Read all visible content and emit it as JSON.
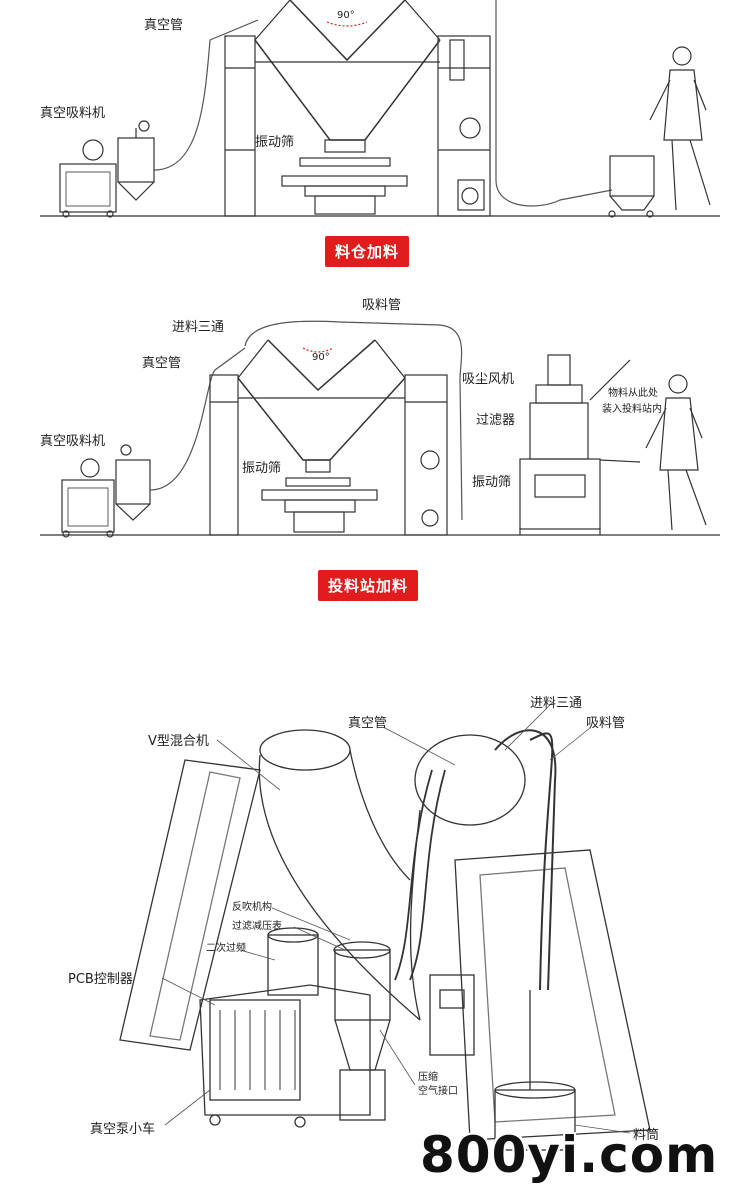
{
  "panel1": {
    "labels": {
      "vacuum_pipe": "真空管",
      "vacuum_loader": "真空吸料机",
      "vibrating_screen": "振动筛",
      "angle": "90°"
    },
    "badge": "料仓加料"
  },
  "panel2": {
    "labels": {
      "suction_pipe": "吸料管",
      "feed_tee": "进料三通",
      "vacuum_pipe": "真空管",
      "vacuum_loader": "真空吸料机",
      "vibrating_screen_left": "振动筛",
      "dust_fan": "吸尘风机",
      "filter": "过滤器",
      "vibrating_screen_right": "振动筛",
      "material_note_line1": "物料从此处",
      "material_note_line2": "装入投料站内",
      "angle": "90°"
    },
    "badge": "投料站加料"
  },
  "panel3": {
    "labels": {
      "feed_tee": "进料三通",
      "vacuum_pipe": "真空管",
      "suction_pipe": "吸料管",
      "v_mixer": "V型混合机",
      "backflush": "反吹机构",
      "filter_gauge": "过滤减压表",
      "secondary_filter": "二次过频",
      "pcb_controller": "PCB控制器",
      "compressed_air": "压缩",
      "compressed_air_2": "空气接口",
      "vacuum_pump_cart": "真空泵小车",
      "material_drum": "料筒"
    }
  },
  "watermark": "800yi.com"
}
